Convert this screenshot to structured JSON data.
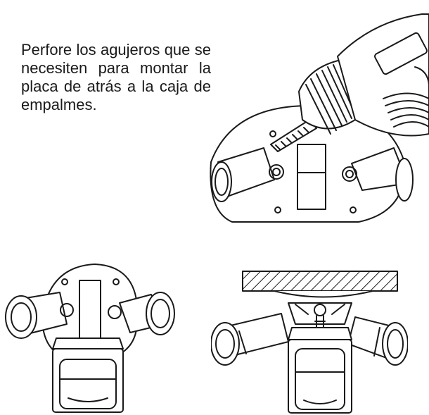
{
  "instruction": {
    "text": "Perfore los agujeros que se necesiten para montar la placa de atrás a la caja de empalmes."
  },
  "figures": [
    {
      "id": "drill",
      "icon": "drill-icon"
    },
    {
      "id": "fixture-front",
      "icon": "floodlight-fixture-icon"
    },
    {
      "id": "fixture-ceiling",
      "icon": "ceiling-mounted-fixture-icon"
    }
  ],
  "colors": {
    "ink": "#1a1a1a",
    "background": "#ffffff"
  }
}
